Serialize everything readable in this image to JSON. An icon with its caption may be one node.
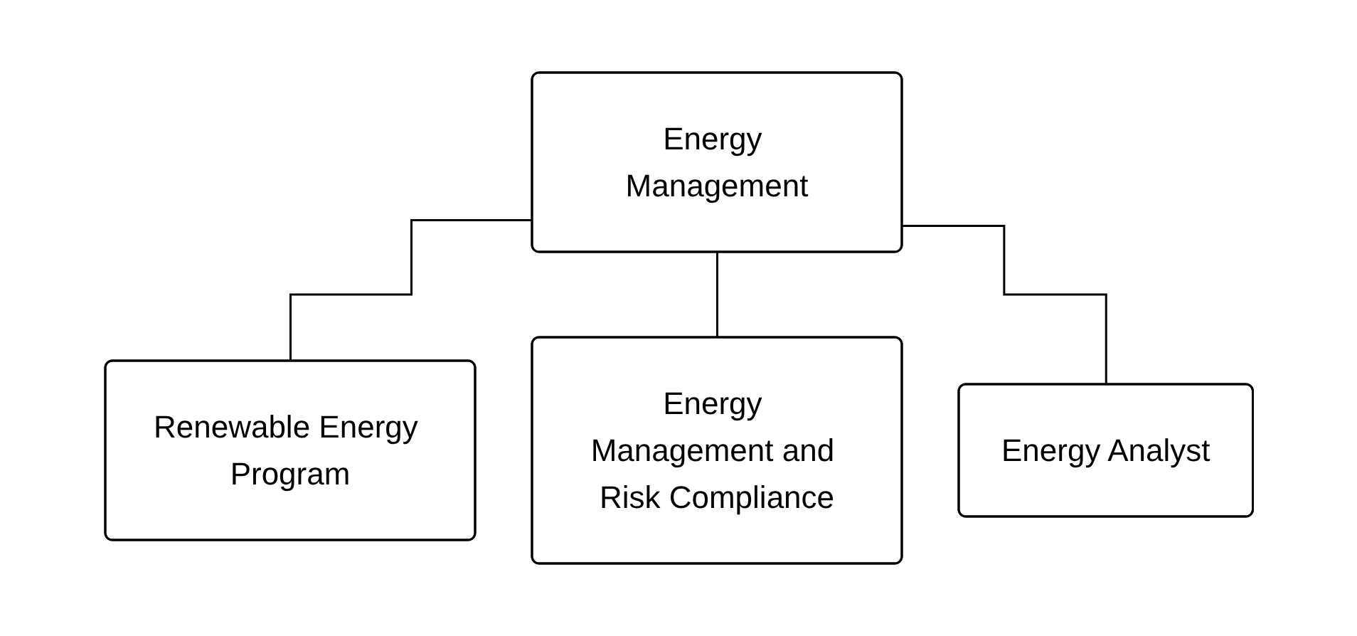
{
  "diagram": {
    "nodes": [
      {
        "text": [
          "Energy Management"
        ]
      },
      {
        "text": [
          "Renewable Energy Program"
        ]
      },
      {
        "text": [
          "Energy Management and Risk Compliance"
        ]
      },
      {
        "text": [
          "Energy Analyst"
        ]
      }
    ],
    "edges": [
      {
        "from": 0,
        "to": 1,
        "arrow": "none"
      },
      {
        "from": 0,
        "to": 2,
        "arrow": "none"
      },
      {
        "from": 0,
        "to": 3,
        "arrow": "none"
      }
    ]
  }
}
